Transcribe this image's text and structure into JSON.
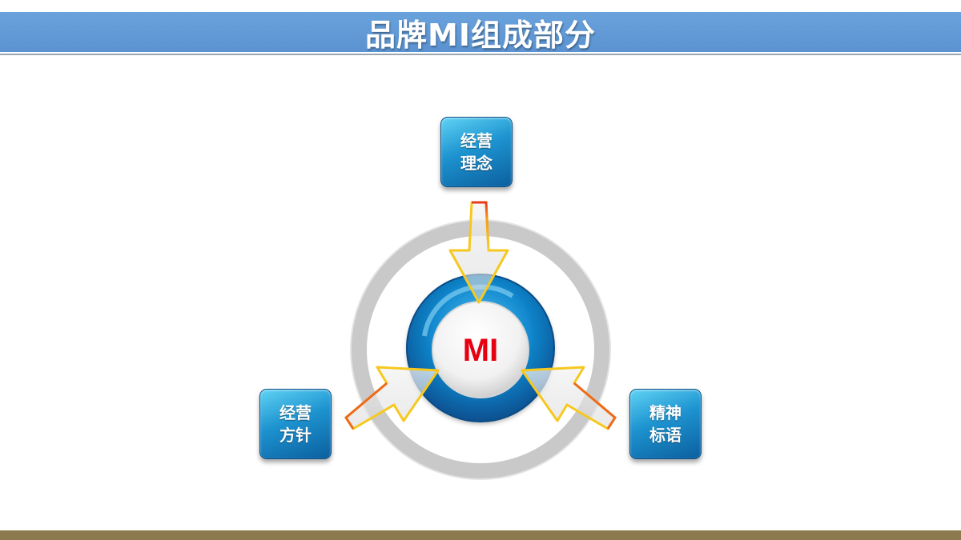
{
  "title": "品牌MI组成部分",
  "center_label": "MI",
  "nodes": {
    "top": {
      "line1": "经营",
      "line2": "理念"
    },
    "left": {
      "line1": "经营",
      "line2": "方针"
    },
    "right": {
      "line1": "精神",
      "line2": "标语"
    }
  },
  "colors": {
    "title_bar": "#5b93d2",
    "box": "#1d93d0",
    "center_text": "#e60012",
    "ring_outer": "#c8c8c8",
    "ring_inner": "#0e78c2",
    "arrow_outline": "#f6c21c",
    "bottom_bar": "#8a7a4e"
  }
}
